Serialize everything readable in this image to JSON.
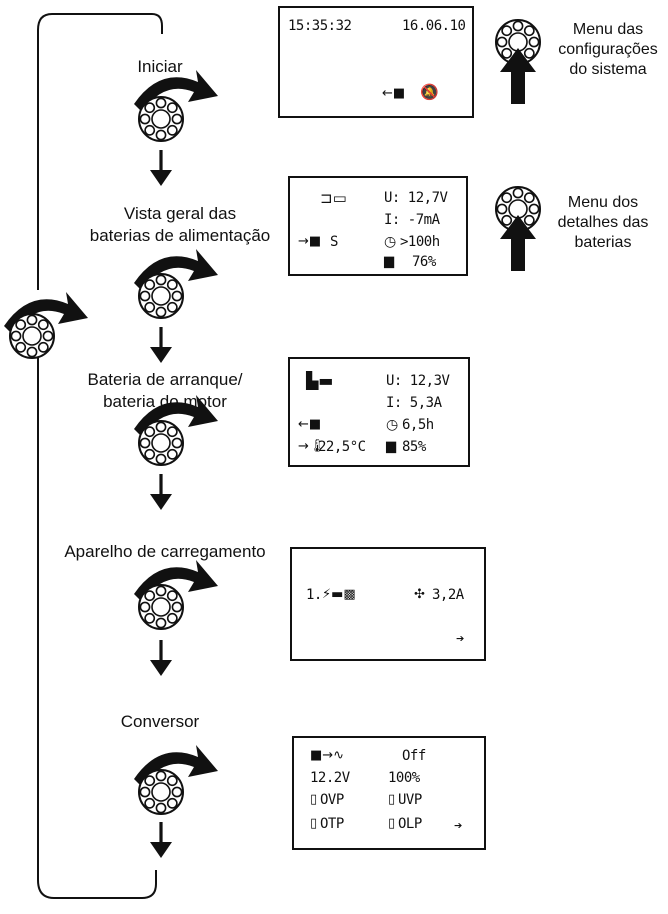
{
  "steps": [
    {
      "label": "Iniciar"
    },
    {
      "label_line1": "Vista geral das",
      "label_line2": "baterias de alimentação"
    },
    {
      "label_line1": "Bateria de arranque/",
      "label_line2": "bateria do motor"
    },
    {
      "label": "Aparelho de carregamento"
    },
    {
      "label": "Conversor"
    }
  ],
  "menus": {
    "system": {
      "line1": "Menu das",
      "line2": "configurações",
      "line3": "do sistema"
    },
    "battery": {
      "line1": "Menu dos",
      "line2": "detalhes das",
      "line3": "baterias"
    }
  },
  "screens": {
    "start": {
      "time": "15:35:32",
      "date": "16.06.10"
    },
    "supply": {
      "voltage": "U: 12,7V",
      "current": "I: -7mA",
      "time_left": ">100h",
      "charge": "76%",
      "battery_tag": "S"
    },
    "starter": {
      "voltage": "U: 12,3V",
      "current": "I: 5,3A",
      "time_left": "6,5h",
      "temperature": "22,5°C",
      "charge": "85%"
    },
    "charger": {
      "index": "1.",
      "current": "3,2A",
      "nav": "➔"
    },
    "inverter": {
      "state": "Off",
      "voltage": "12.2V",
      "percent": "100%",
      "ovp": "OVP",
      "uvp": "UVP",
      "otp": "OTP",
      "olp": "OLP",
      "nav": "➔"
    }
  }
}
